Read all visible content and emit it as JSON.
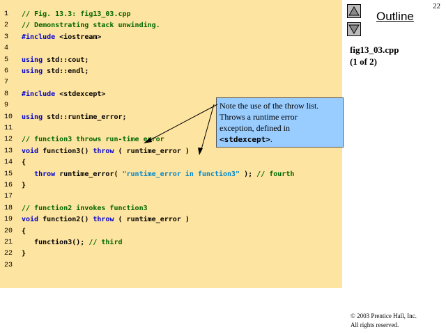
{
  "page_number": "22",
  "outline_label": "Outline",
  "file_name": "fig13_03.cpp",
  "file_page": "(1 of 2)",
  "nav": {
    "up_icon": "triangle-up-icon",
    "down_icon": "triangle-down-icon"
  },
  "code_lines": [
    {
      "n": "1",
      "segs": [
        {
          "t": "// Fig. 13.3: fig13_03.cpp",
          "c": "cm"
        }
      ]
    },
    {
      "n": "2",
      "segs": [
        {
          "t": "// Demonstrating stack unwinding.",
          "c": "cm"
        }
      ]
    },
    {
      "n": "3",
      "segs": [
        {
          "t": "#include",
          "c": "kw"
        },
        {
          "t": " <iostream>",
          "c": "pl"
        }
      ]
    },
    {
      "n": "4",
      "segs": []
    },
    {
      "n": "5",
      "segs": [
        {
          "t": "using",
          "c": "kw"
        },
        {
          "t": " std::cout;",
          "c": "pl"
        }
      ]
    },
    {
      "n": "6",
      "segs": [
        {
          "t": "using",
          "c": "kw"
        },
        {
          "t": " std::endl;",
          "c": "pl"
        }
      ]
    },
    {
      "n": "7",
      "segs": []
    },
    {
      "n": "8",
      "segs": [
        {
          "t": "#include",
          "c": "kw"
        },
        {
          "t": " <stdexcept>",
          "c": "pl"
        }
      ]
    },
    {
      "n": "9",
      "segs": []
    },
    {
      "n": "10",
      "segs": [
        {
          "t": "using",
          "c": "kw"
        },
        {
          "t": " std::runtime_error;",
          "c": "pl"
        }
      ]
    },
    {
      "n": "11",
      "segs": []
    },
    {
      "n": "12",
      "segs": [
        {
          "t": "// function3 throws run-time error",
          "c": "cm"
        }
      ]
    },
    {
      "n": "13",
      "segs": [
        {
          "t": "void",
          "c": "kw"
        },
        {
          "t": " function3() ",
          "c": "pl"
        },
        {
          "t": "throw",
          "c": "kw"
        },
        {
          "t": " ( runtime_error )",
          "c": "pl"
        }
      ]
    },
    {
      "n": "14",
      "segs": [
        {
          "t": "{",
          "c": "pl"
        }
      ]
    },
    {
      "n": "15",
      "segs": [
        {
          "t": "   ",
          "c": "pl"
        },
        {
          "t": "throw",
          "c": "kw"
        },
        {
          "t": " runtime_error( ",
          "c": "pl"
        },
        {
          "t": "\"runtime_error in function3\"",
          "c": "str"
        },
        {
          "t": " ); ",
          "c": "pl"
        },
        {
          "t": "// fourth",
          "c": "cm"
        }
      ]
    },
    {
      "n": "16",
      "segs": [
        {
          "t": "}",
          "c": "pl"
        }
      ]
    },
    {
      "n": "17",
      "segs": []
    },
    {
      "n": "18",
      "segs": [
        {
          "t": "// function2 invokes function3",
          "c": "cm"
        }
      ]
    },
    {
      "n": "19",
      "segs": [
        {
          "t": "void",
          "c": "kw"
        },
        {
          "t": " function2() ",
          "c": "pl"
        },
        {
          "t": "throw",
          "c": "kw"
        },
        {
          "t": " ( runtime_error )",
          "c": "pl"
        }
      ]
    },
    {
      "n": "20",
      "segs": [
        {
          "t": "{",
          "c": "pl"
        }
      ]
    },
    {
      "n": "21",
      "segs": [
        {
          "t": "   function3(); ",
          "c": "pl"
        },
        {
          "t": "// third",
          "c": "cm"
        }
      ]
    },
    {
      "n": "22",
      "segs": [
        {
          "t": "}",
          "c": "pl"
        }
      ]
    },
    {
      "n": "23",
      "segs": []
    }
  ],
  "callout": {
    "line1": "Note the use of the throw list.",
    "line2": "Throws a runtime error",
    "line3": "exception, defined in",
    "code": "<stdexcept>",
    "end": "."
  },
  "copyright": {
    "symbol": "©",
    "line1": "2003 Prentice Hall, Inc.",
    "line2": "All rights reserved."
  },
  "colors": {
    "code_background": "#FEE4A1",
    "callout_background": "#99CCFF",
    "keyword": "#0000CC",
    "comment": "#006600",
    "string": "#0088CC"
  }
}
